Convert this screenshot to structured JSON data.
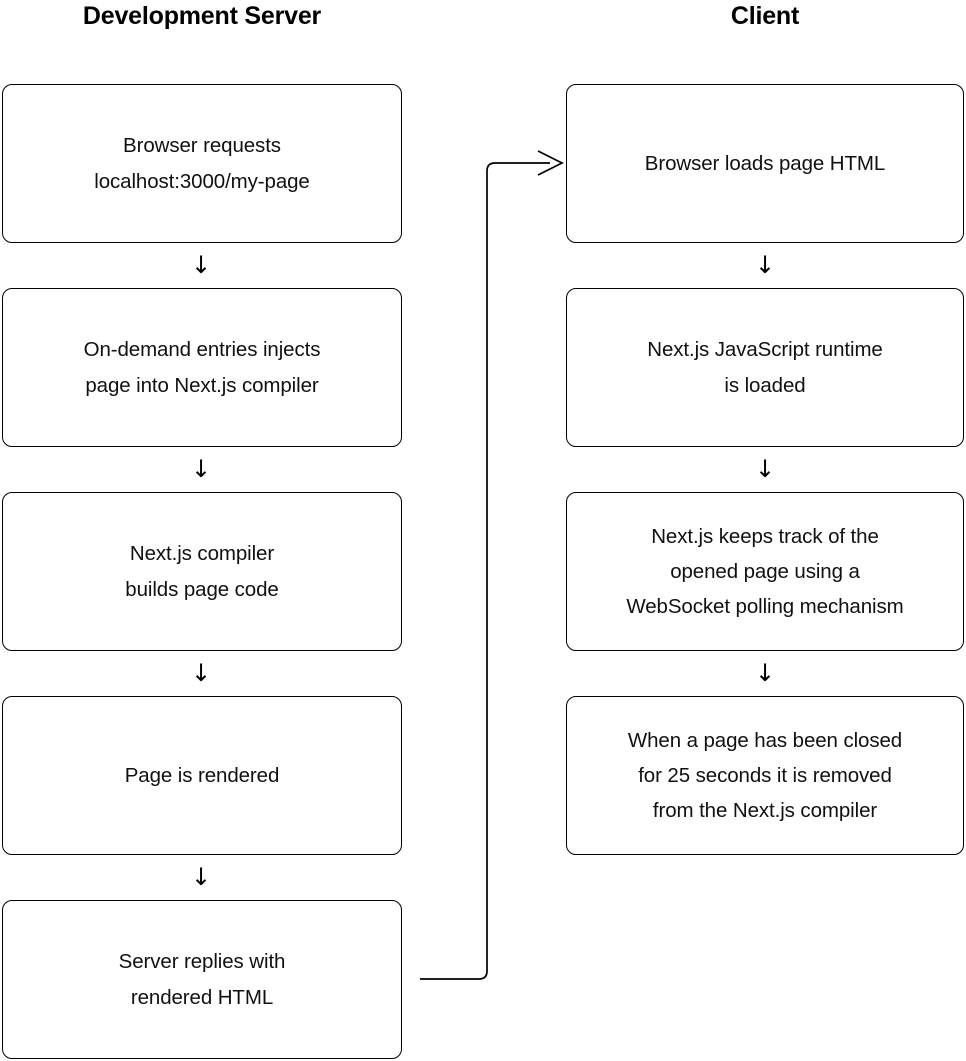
{
  "diagram": {
    "type": "flowchart",
    "orientation": "two-column-vertical",
    "background_color": "#ffffff",
    "stroke_color": "#000000",
    "text_color": "#111111",
    "columns": [
      {
        "id": "development-server",
        "title": "Development Server",
        "nodes": [
          {
            "id": "dev-1",
            "text": "Browser requests\nlocalhost:3000/my-page"
          },
          {
            "id": "dev-2",
            "text": "On-demand entries injects\npage into Next.js compiler"
          },
          {
            "id": "dev-3",
            "text": "Next.js compiler\nbuilds page code"
          },
          {
            "id": "dev-4",
            "text": "Page is rendered"
          },
          {
            "id": "dev-5",
            "text": "Server replies with\nrendered HTML"
          }
        ]
      },
      {
        "id": "client",
        "title": "Client",
        "nodes": [
          {
            "id": "cli-1",
            "text": "Browser loads page HTML"
          },
          {
            "id": "cli-2",
            "text": "Next.js JavaScript runtime\nis loaded"
          },
          {
            "id": "cli-3",
            "text": "Next.js keeps track of the\nopened page using a\nWebSocket polling mechanism"
          },
          {
            "id": "cli-4",
            "text": "When a page has been closed\nfor 25 seconds it is removed\nfrom the Next.js compiler"
          }
        ]
      }
    ],
    "arrows": {
      "glyph": "↓",
      "down_arrows": [
        {
          "id": "dev-arrow-1",
          "from": "dev-1",
          "to": "dev-2"
        },
        {
          "id": "dev-arrow-2",
          "from": "dev-2",
          "to": "dev-3"
        },
        {
          "id": "dev-arrow-3",
          "from": "dev-3",
          "to": "dev-4"
        },
        {
          "id": "dev-arrow-4",
          "from": "dev-4",
          "to": "dev-5"
        },
        {
          "id": "cli-arrow-1",
          "from": "cli-1",
          "to": "cli-2"
        },
        {
          "id": "cli-arrow-2",
          "from": "cli-2",
          "to": "cli-3"
        },
        {
          "id": "cli-arrow-3",
          "from": "cli-3",
          "to": "cli-4"
        }
      ],
      "cross_connector": {
        "id": "dev5-to-cli1",
        "from": "dev-5",
        "to": "cli-1",
        "style": "elbow-with-arrowhead"
      }
    }
  }
}
